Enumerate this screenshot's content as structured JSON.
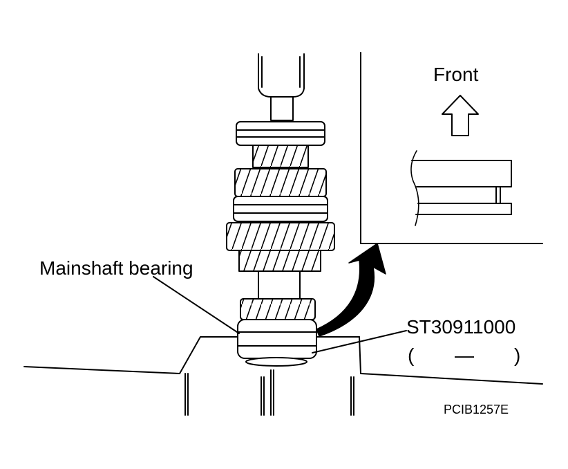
{
  "labels": {
    "front": "Front",
    "mainshaft_bearing": "Mainshaft bearing",
    "tool_number": "ST30911000",
    "tool_paren_open": "(",
    "tool_dash": "—",
    "tool_paren_close": ")",
    "figure_code": "PCIB1257E"
  },
  "colors": {
    "line": "#000000",
    "background": "#ffffff"
  }
}
